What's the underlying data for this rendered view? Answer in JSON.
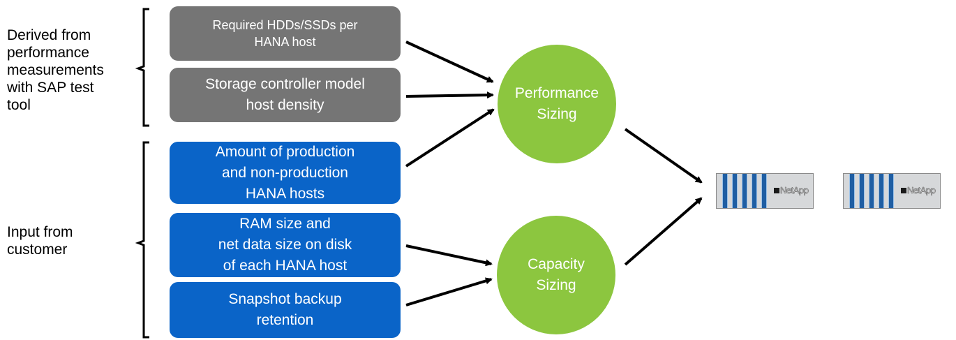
{
  "labels": {
    "derived": "Derived from\nperformance\nmeasurements\nwith SAP test\ntool",
    "input": "Input from\ncustomer"
  },
  "boxes": {
    "hdd": "Required HDDs/SSDs per\nHANA host",
    "controller": "Storage controller model\nhost density",
    "hosts": "Amount of production\nand non-production\nHANA hosts",
    "ram": "RAM size and\nnet data size on disk\nof each HANA host",
    "snapshot": "Snapshot backup\nretention"
  },
  "circles": {
    "performance": "Performance\nSizing",
    "capacity": "Capacity\nSizing"
  },
  "storage": {
    "logo_text": "NetApp"
  },
  "colors": {
    "gray": "#757575",
    "blue": "#0a64c8",
    "green": "#8cc63f",
    "stripe": "#1f5ea3"
  }
}
